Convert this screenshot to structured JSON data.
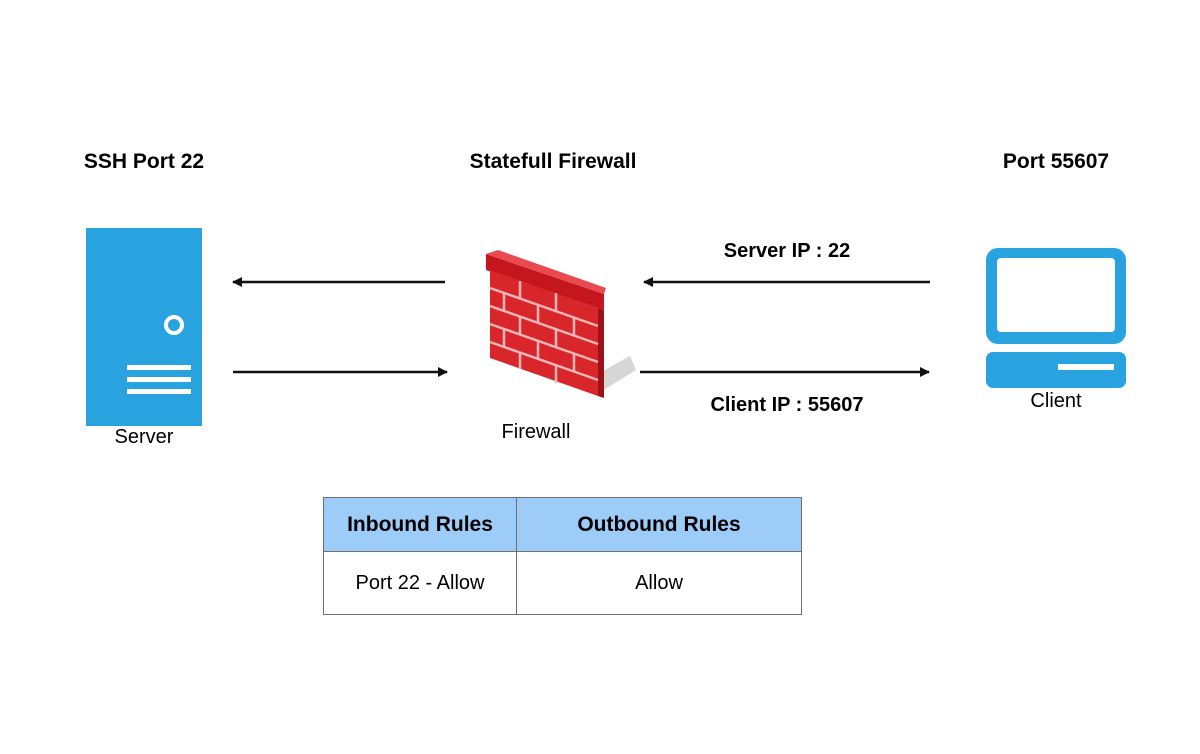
{
  "headings": {
    "server_side": "SSH Port 22",
    "firewall_side": "Statefull Firewall",
    "client_side": "Port 55607"
  },
  "nodes": {
    "server": {
      "label": "Server",
      "icon": "server-tower-icon",
      "color": "#29a3e0"
    },
    "firewall": {
      "label": "Firewall",
      "icon": "brick-wall-icon",
      "color": "#d9262b"
    },
    "client": {
      "label": "Client",
      "icon": "desktop-computer-icon",
      "color": "#29a3e0"
    }
  },
  "connections": {
    "top_label": "Server IP : 22",
    "bottom_label": "Client IP : 55607"
  },
  "rules_table": {
    "headers": [
      "Inbound Rules",
      "Outbound Rules"
    ],
    "rows": [
      [
        "Port 22 - Allow",
        "Allow"
      ]
    ],
    "header_color": "#9dccf8"
  }
}
